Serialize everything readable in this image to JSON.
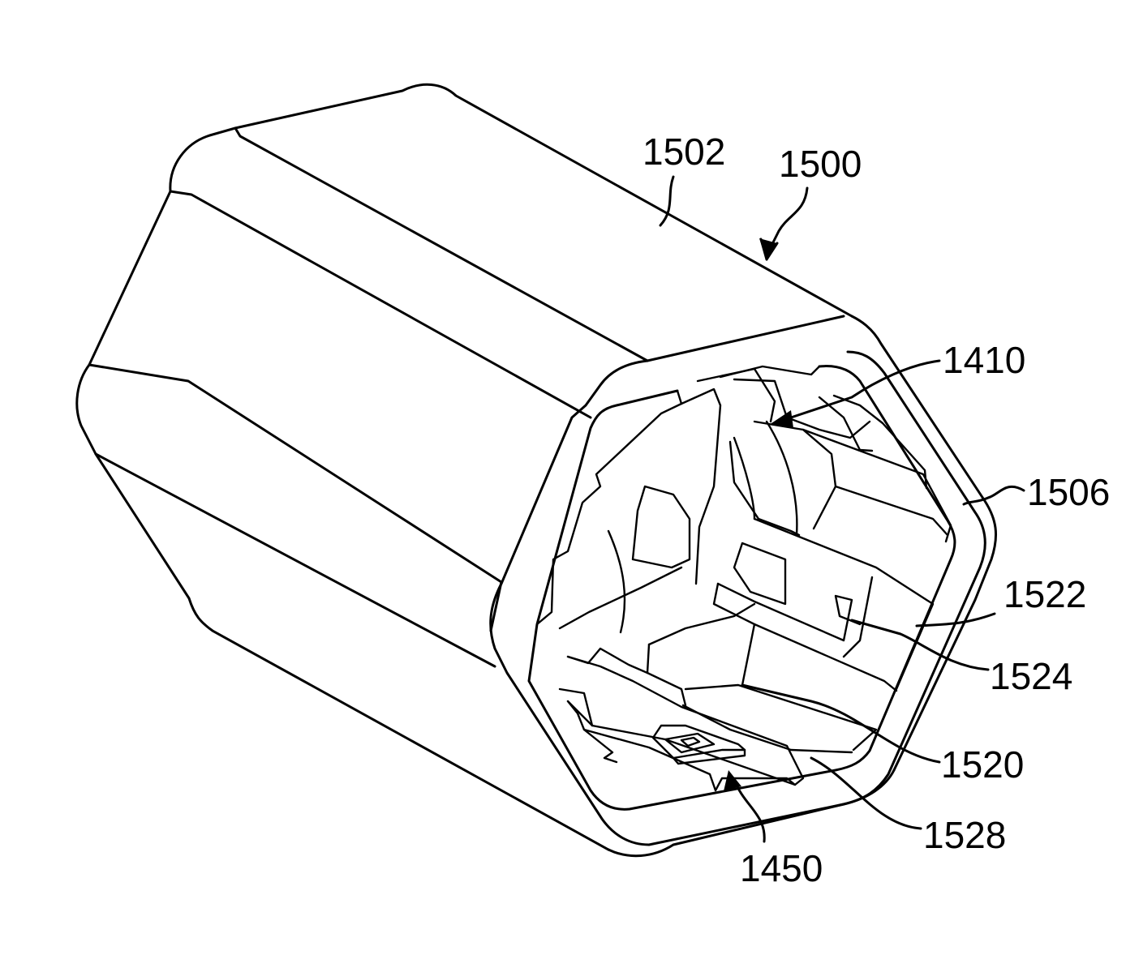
{
  "figure": {
    "labels": {
      "l1502": "1502",
      "l1500": "1500",
      "l1410": "1410",
      "l1506": "1506",
      "l1522": "1522",
      "l1524": "1524",
      "l1520": "1520",
      "l1528": "1528",
      "l1450": "1450"
    }
  }
}
